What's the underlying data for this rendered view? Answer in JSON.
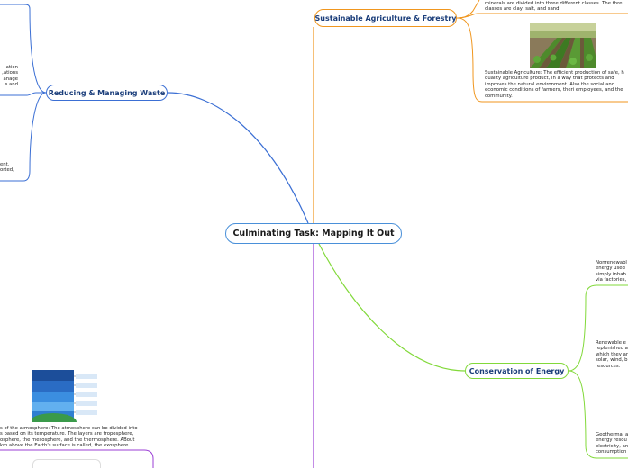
{
  "map": {
    "central": "Culminating Task: Mapping It Out",
    "branches": {
      "waste": "Reducing & Managing Waste",
      "agri": "Sustainable Agriculture & Forestry",
      "energy": "Conservation of Energy"
    }
  },
  "waste_notes": {
    "a": [
      "ation",
      "ations,",
      "anage",
      "s and"
    ],
    "b": [
      "ent.",
      "orted,"
    ]
  },
  "agri_notes": {
    "soil": [
      "minerals are divided into three different classes. The thre",
      "classes are clay, salt, and sand."
    ],
    "sustainable": [
      "Sustainable Agriculture: The efficient production of safe, h",
      "quality agriculture product, in a way that protects and",
      "improves the natural environment. Also the social and",
      "economic conditions of farmers, theri employees, and the",
      "community."
    ]
  },
  "energy_notes": {
    "nonrenewable": [
      "Nonrenewabl",
      "energy used",
      "simply inhab",
      "via factories,"
    ],
    "renewable": [
      "Renewable e",
      "replenished a",
      "which they ar",
      "solar, wind, b",
      "resources."
    ],
    "geothermal": [
      "Geothermal a",
      "energy resou",
      "electricity, an",
      "consumption"
    ]
  },
  "atmosphere_note": [
    "s of the atmosphere: The atmosphere can be divided into",
    "s based on its temperature. The layers are troposphere,",
    "osphere, the mesosphere, and the thermosphere. ABout",
    "km above the Earth's surface is called, the exosphere."
  ],
  "colors": {
    "waste": "#3b6fd4",
    "agri": "#f0961e",
    "energy": "#82d93a",
    "purple": "#9b3fd6",
    "central": "#4a90d9"
  },
  "icons": [
    "farm-field-photo",
    "atmosphere-layers-diagram"
  ]
}
